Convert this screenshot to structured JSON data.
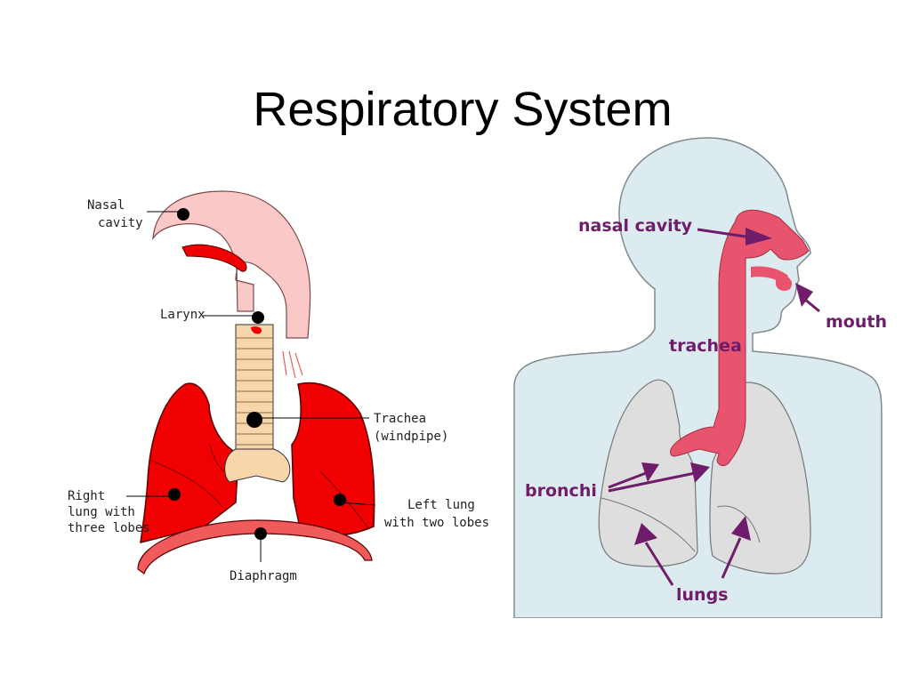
{
  "slide": {
    "title": "Respiratory System"
  },
  "left_diagram": {
    "labels": {
      "nasal_cavity_line1": "Nasal",
      "nasal_cavity_line2": "cavity",
      "larynx": "Larynx",
      "trachea_line1": "Trachea",
      "trachea_line2": "(windpipe)",
      "right_lung_line1": "Right",
      "right_lung_line2": "lung with",
      "right_lung_line3": "three lobes",
      "left_lung_line1": "Left lung",
      "left_lung_line2": "with two lobes",
      "diaphragm": "Diaphragm"
    },
    "colors": {
      "lung": "#f00000",
      "trachea": "#f7d6ac",
      "nasal": "#fbc8c8",
      "diaphragm": "#f05a5a"
    }
  },
  "right_diagram": {
    "labels": {
      "nasal_cavity": "nasal cavity",
      "mouth": "mouth",
      "trachea": "trachea",
      "bronchi": "bronchi",
      "lungs": "lungs"
    },
    "colors": {
      "body": "#dcebef",
      "airway": "#e8546e",
      "lung": "#dedede",
      "label": "#6f1d6a"
    }
  }
}
